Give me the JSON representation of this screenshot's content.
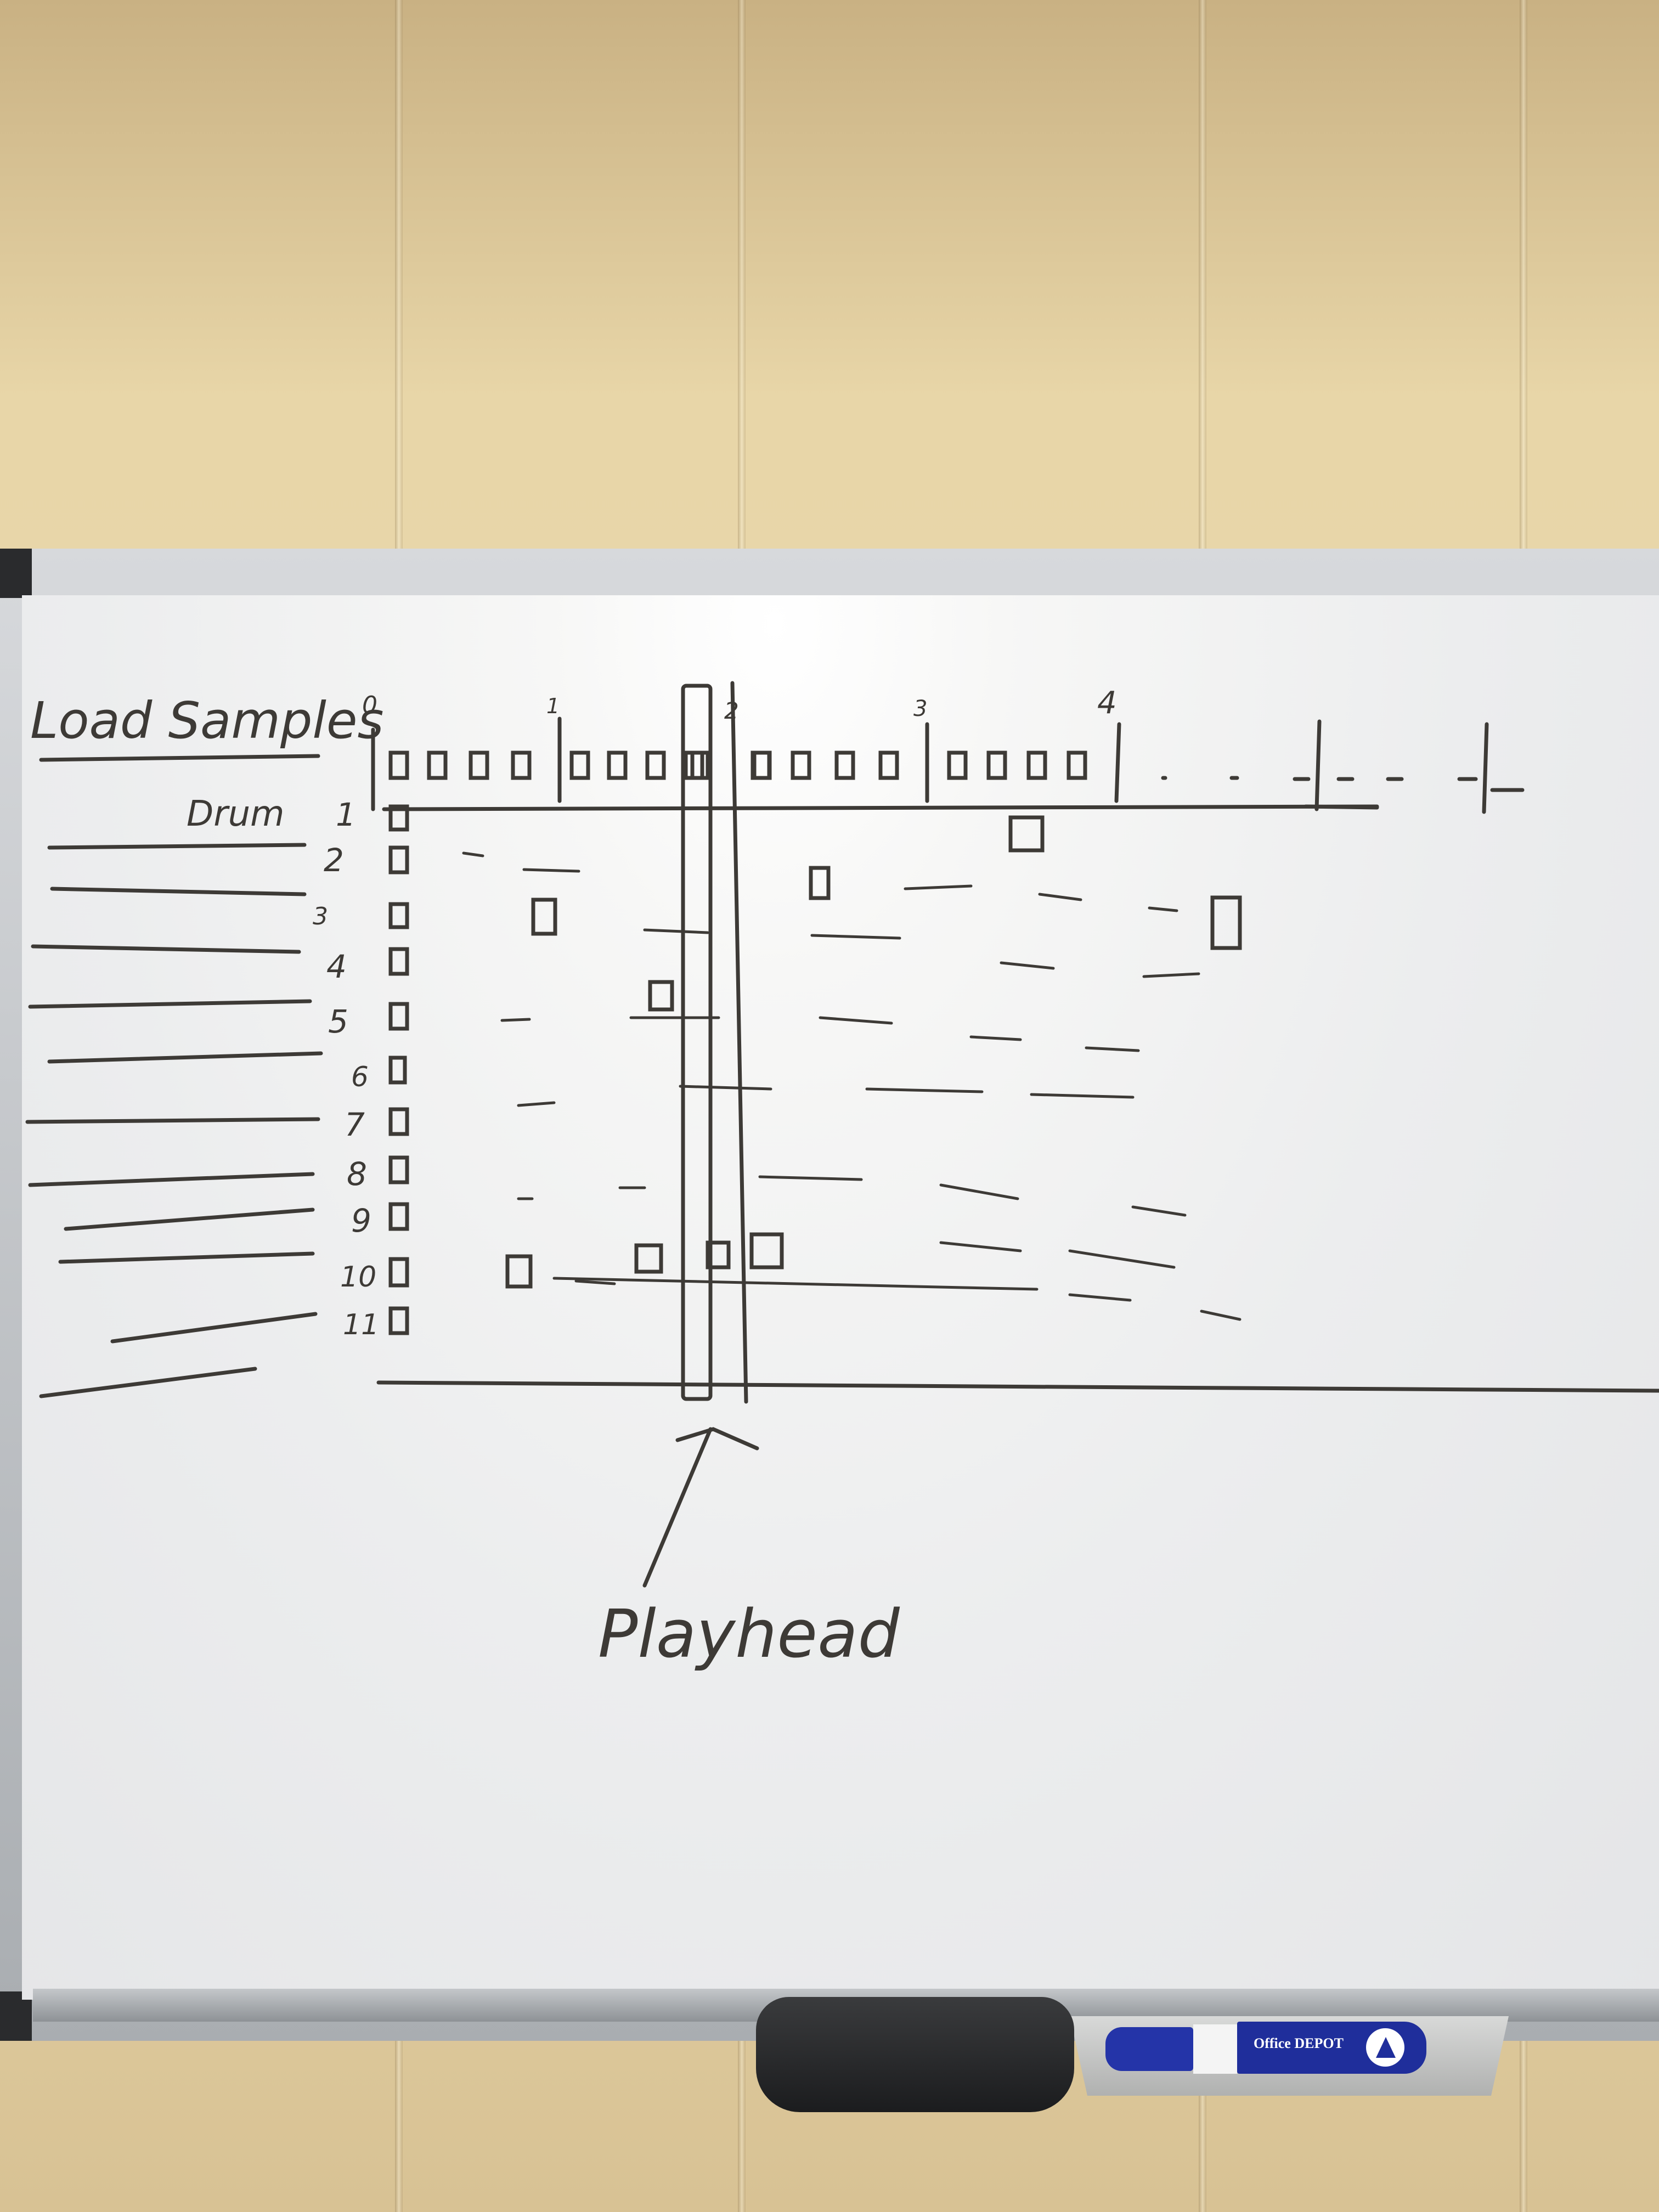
{
  "scene": {
    "kind": "handwritten whiteboard sketch of a drum sequencer UI",
    "ink_color": "#3d3a36",
    "board_color": "#eeeeef",
    "wall_color": "#e6d4a6"
  },
  "sketch": {
    "load_samples_label": "Load Samples",
    "drum_label": "Drum",
    "beat_markers": [
      "0",
      "1",
      "2",
      "3",
      "4"
    ],
    "row_numbers": [
      "1",
      "2",
      "3",
      "4",
      "5",
      "6",
      "7",
      "8",
      "9",
      "10",
      "11"
    ],
    "playhead_label": "Playhead"
  },
  "tray": {
    "marker_brand": "Office DEPOT"
  }
}
